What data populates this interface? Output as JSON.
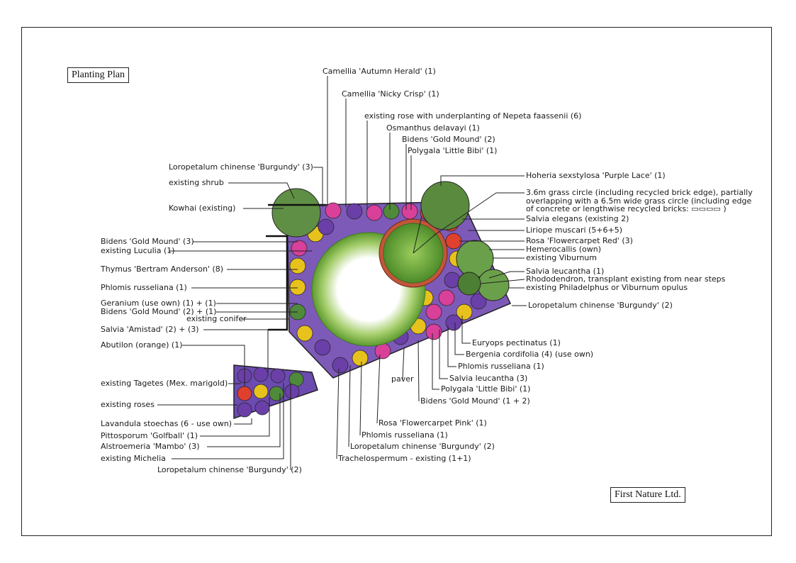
{
  "title": "Planting Plan",
  "company": "First Nature Ltd.",
  "colors": {
    "lawn": "#6ea83a",
    "lawn_center": "#ffffff",
    "brick_edge": "#c2553a",
    "purple_plant": "#6b3fa8",
    "pink_plant": "#d8409a",
    "red_plant": "#e0402e",
    "yellow_plant": "#e8c21c",
    "green_shrub": "#4f8a3a",
    "bed_fill": "#7a5cb8"
  },
  "labels": {
    "camellia_autumn": "Camellia 'Autumn Herald' (1)",
    "camellia_nicky": "Camellia 'Nicky Crisp' (1)",
    "existing_rose": "existing rose with underplanting of Nepeta faassenii (6)",
    "osmanthus": "Osmanthus delavayi (1)",
    "bidens_top": "Bidens 'Gold Mound' (2)",
    "polygala_top": "Polygala 'Little Bibi' (1)",
    "loropetalum_top": "Loropetalum chinense 'Burgundy' (3)",
    "existing_shrub": "existing shrub",
    "kowhai": "Kowhai (existing)",
    "bidens_left": "Bidens 'Gold Mound' (3)",
    "existing_luculia": "existing Luculia (1)",
    "thymus": "Thymus 'Bertram Anderson' (8)",
    "phlomis_left": "Phlomis russeliana (1)",
    "geranium": "Geranium (use own) (1) + (1)",
    "bidens_mid": "Bidens 'Gold Mound' (2) + (1)",
    "existing_conifer": "existing conifer",
    "salvia_amistad": "Salvia 'Amistad' (2) + (3)",
    "abutilon": "Abutilon (orange) (1)",
    "tagetes": "existing Tagetes (Mex. marigold)",
    "existing_roses": "existing roses",
    "lavandula": "Lavandula stoechas (6 - use own)",
    "pittosporum": "Pittosporum 'Golfball' (1)",
    "alstroemeria": "Alstroemeria 'Mambo' (3)",
    "michelia": "existing Michelia",
    "loropetalum_bl": "Loropetalum chinense 'Burgundy' (2)",
    "hoheria": "Hoheria sexstylosa 'Purple Lace' (1)",
    "grass_circle_1": "3.6m grass circle (including recycled brick edge), partially",
    "grass_circle_2": "overlapping with a 6.5m wide grass circle (including edge",
    "grass_circle_3": "of concrete or lengthwise recycled bricks: ▭▭▭▭ )",
    "salvia_elegans": "Salvia elegans (existing 2)",
    "liriope": "Liriope muscari (5+6+5)",
    "rosa_red": "Rosa 'Flowercarpet Red' (3)",
    "hemerocallis": "Hemerocallis (own)",
    "viburnum": "existing Viburnum",
    "salvia_leucantha_r": "Salvia leucantha (1)",
    "rhododendron": "Rhododendron, transplant existing from near steps",
    "philadelphus": "existing Philadelphus or Viburnum opulus",
    "loropetalum_r": "Loropetalum chinense 'Burgundy' (2)",
    "euryops": "Euryops pectinatus (1)",
    "bergenia": "Bergenia cordifolia (4) (use own)",
    "phlomis_r": "Phlomis russeliana (1)",
    "salvia_leucantha_b": "Salvia leucantha (3)",
    "polygala_b": "Polygala 'Little Bibi' (1)",
    "bidens_b": "Bidens 'Gold Mound' (1 + 2)",
    "paver": "paver",
    "rosa_pink": "Rosa 'Flowercarpet Pink' (1)",
    "phlomis_b": "Phlomis russeliana (1)",
    "loropetalum_b": "Loropetalum chinense 'Burgundy' (2)",
    "trachelospermum": "Trachelospermum - existing (1+1)"
  }
}
